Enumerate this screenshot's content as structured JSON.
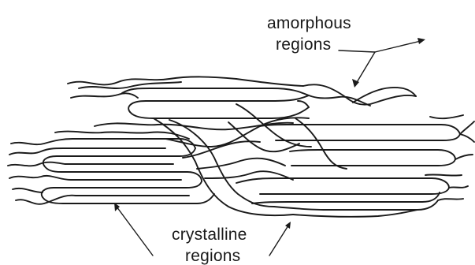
{
  "labels": {
    "amorphous_line1": "amorphous",
    "amorphous_line2": "regions",
    "crystalline_line1": "crystalline",
    "crystalline_line2": "regions"
  }
}
